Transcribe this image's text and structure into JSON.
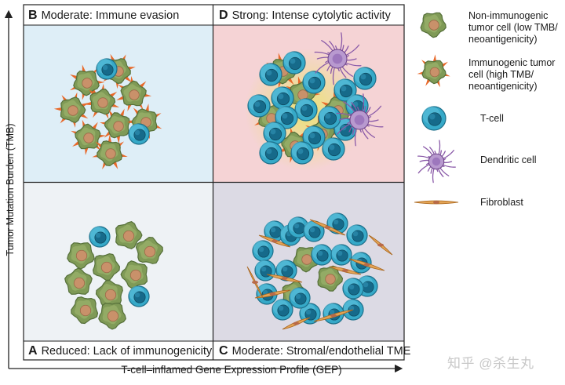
{
  "panels": {
    "b": {
      "letter": "B",
      "title": "Moderate: Immune evasion"
    },
    "d": {
      "letter": "D",
      "title": "Strong: Intense cytolytic activity"
    },
    "a": {
      "letter": "A",
      "title": "Reduced: Lack of immunogenicity"
    },
    "c": {
      "letter": "C",
      "title": "Moderate: Stromal/endothelial TME"
    }
  },
  "axes": {
    "y_label": "Tumor Mutation Burden (TMB)",
    "x_label": "T-cell–inflamed Gene Expression Profile (GEP)"
  },
  "legend": [
    {
      "label": "Non-immunogenic\ntumor cell (low TMB/\nneoantigenicity)",
      "icon": "non-immunogenic-tumor-cell-icon"
    },
    {
      "label": "Immunogenic tumor\ncell (high TMB/\nneoantigenicity)",
      "icon": "immunogenic-tumor-cell-icon"
    },
    {
      "label": "T-cell",
      "icon": "t-cell-icon"
    },
    {
      "label": "Dendritic cell",
      "icon": "dendritic-cell-icon"
    },
    {
      "label": "Fibroblast",
      "icon": "fibroblast-icon"
    }
  ],
  "colors": {
    "panel_b_bg": "#deeef7",
    "panel_d_bg": "#f5d3d5",
    "panel_a_bg": "#eef2f5",
    "panel_c_bg": "#dcdae4",
    "tumor_green": "#7f9a56",
    "tumor_nucleus": "#c9916a",
    "spike_orange": "#e8692a",
    "tcell_teal": "#36a9c8",
    "tcell_nucleus": "#166a8a",
    "dendritic_purple": "#8a5aa8",
    "fibroblast_orange": "#d48a3a"
  },
  "watermark": "知乎 @杀生丸"
}
